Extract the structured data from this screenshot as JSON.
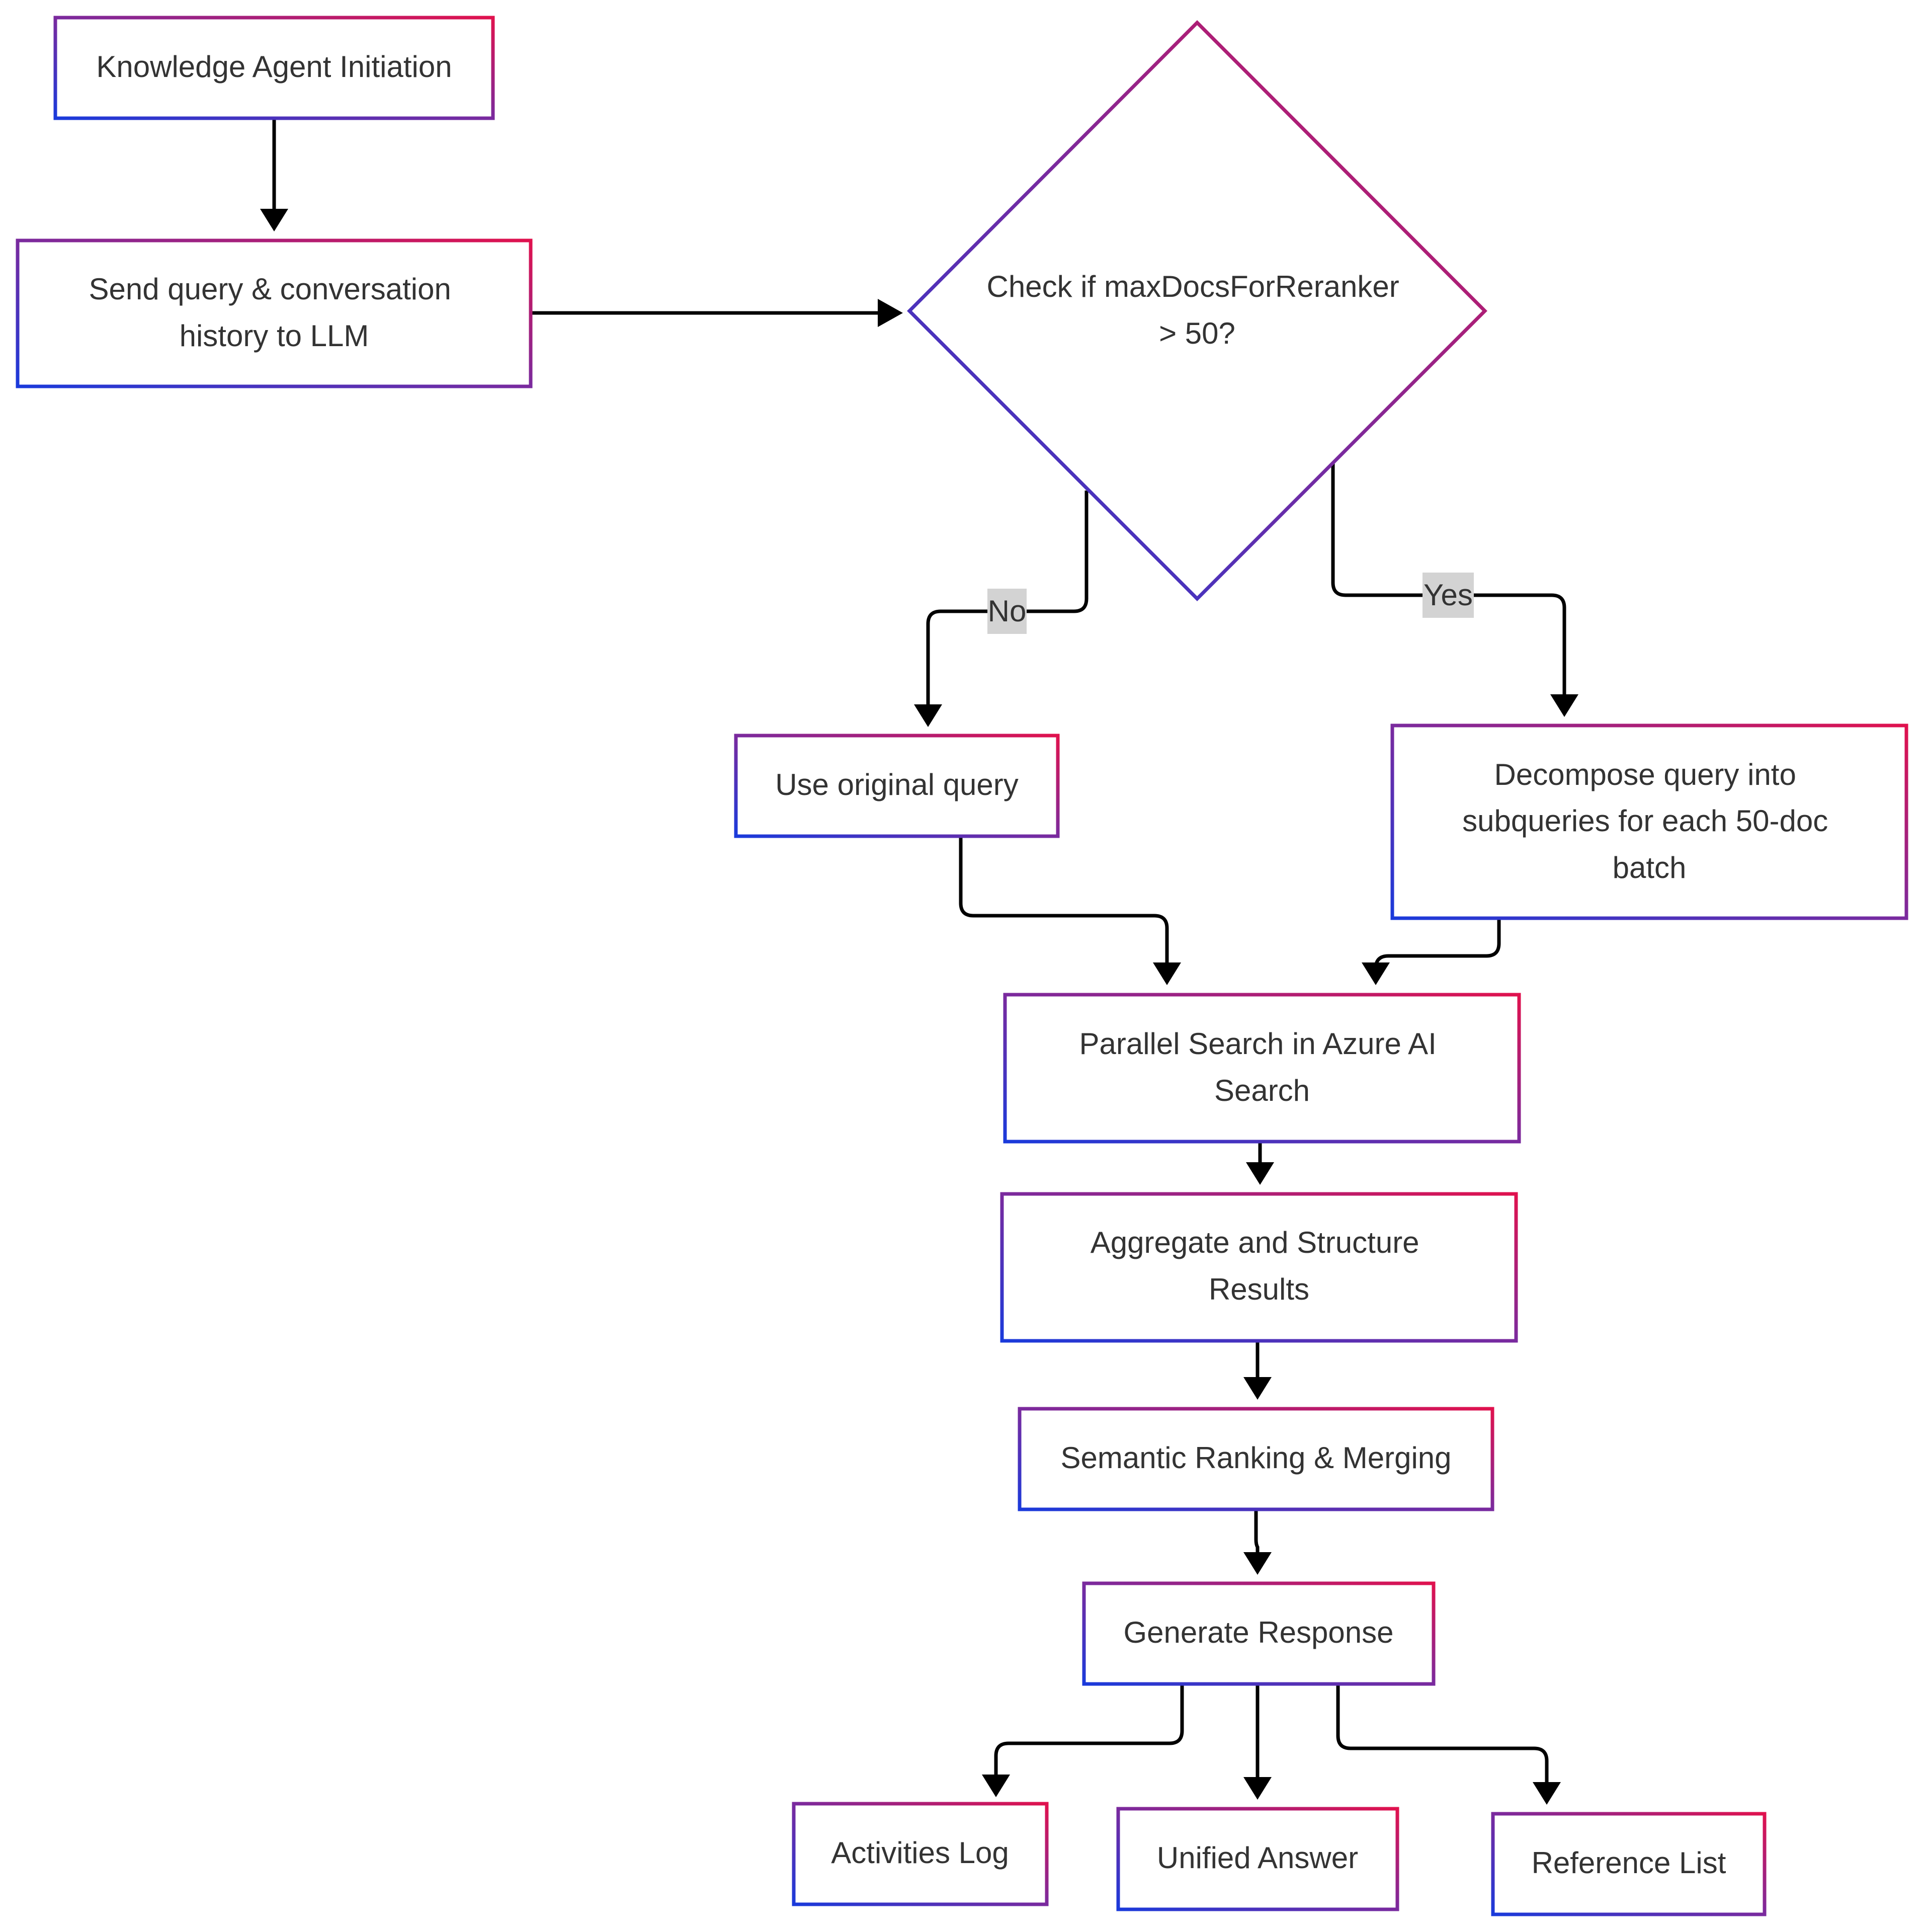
{
  "colors": {
    "node_border_start": "#1a3adb",
    "node_border_mid": "#7a2a9e",
    "node_border_end": "#e0124e",
    "text": "#333333",
    "edge": "#000000",
    "edge_label_bg": "#d3d3d3"
  },
  "nodes": {
    "init": {
      "lines": [
        "Knowledge Agent Initiation"
      ]
    },
    "send": {
      "lines": [
        "Send query & conversation",
        "history to LLM"
      ]
    },
    "check": {
      "lines": [
        "Check if maxDocsForReranker",
        "> 50?"
      ]
    },
    "original": {
      "lines": [
        "Use original query"
      ]
    },
    "decompose": {
      "lines": [
        "Decompose query into",
        "subqueries for each 50-doc",
        "batch"
      ]
    },
    "parallel": {
      "lines": [
        "Parallel Search in Azure AI",
        "Search"
      ]
    },
    "aggregate": {
      "lines": [
        "Aggregate and Structure",
        "Results"
      ]
    },
    "semantic": {
      "lines": [
        "Semantic Ranking & Merging"
      ]
    },
    "generate": {
      "lines": [
        "Generate Response"
      ]
    },
    "activities": {
      "lines": [
        "Activities Log"
      ]
    },
    "unified": {
      "lines": [
        "Unified Answer"
      ]
    },
    "reference": {
      "lines": [
        "Reference List"
      ]
    }
  },
  "edge_labels": {
    "no": "No",
    "yes": "Yes"
  }
}
